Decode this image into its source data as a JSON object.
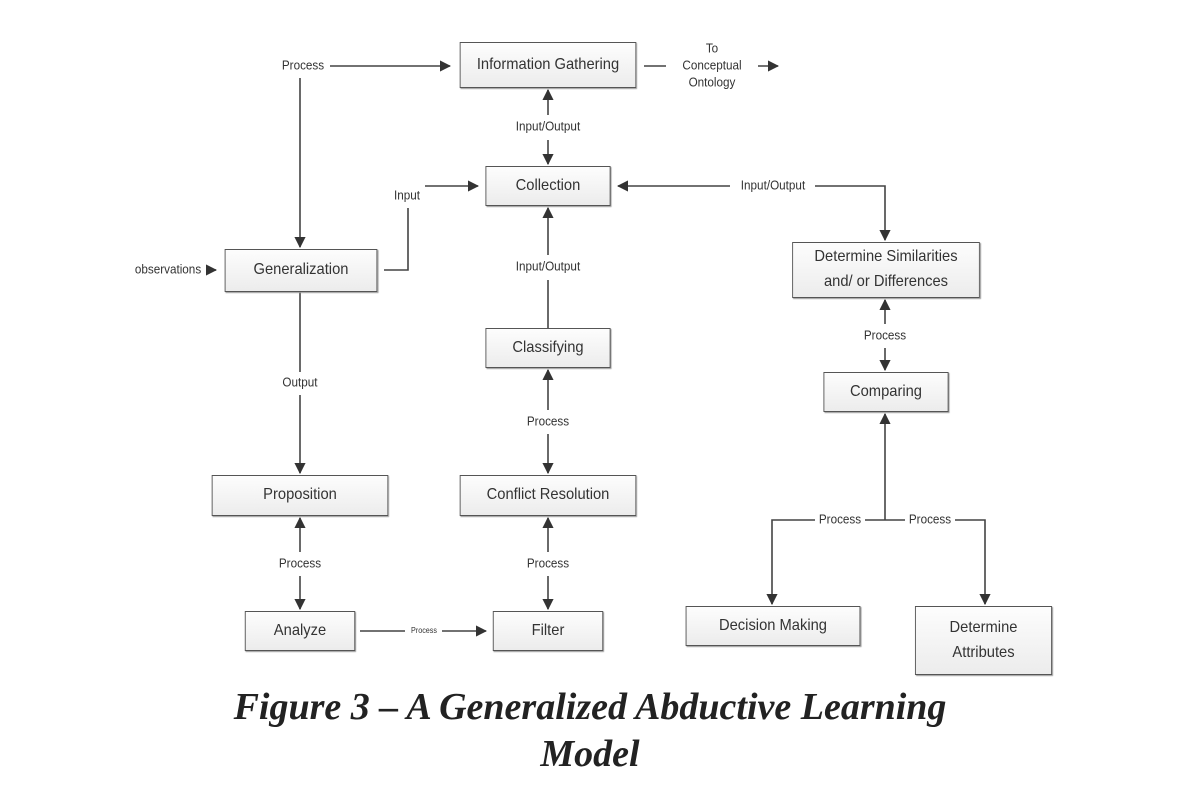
{
  "nodes": {
    "information_gathering": "Information Gathering",
    "collection": "Collection",
    "generalization": "Generalization",
    "determine_similarities": "Determine Similarities and/ or Differences",
    "classifying": "Classifying",
    "comparing": "Comparing",
    "proposition": "Proposition",
    "conflict_resolution": "Conflict Resolution",
    "analyze": "Analyze",
    "filter": "Filter",
    "decision_making": "Decision Making",
    "determine_attributes": "Determine Attributes"
  },
  "edge_labels": {
    "process_top": "Process",
    "to_conceptual_ontology": "To Conceptual Ontology",
    "io_info_collection": "Input/Output",
    "input": "Input",
    "io_collection_similarities": "Input/Output",
    "observations": "observations",
    "io_collection_classifying": "Input/Output",
    "process_similarities_comparing": "Process",
    "output": "Output",
    "process_classifying_conflict": "Process",
    "process_left_branch": "Process",
    "process_right_branch": "Process",
    "process_proposition_analyze": "Process",
    "process_conflict_filter": "Process",
    "process_analyze_filter": "Process"
  },
  "caption": {
    "line1": "Figure 3 – A Generalized Abductive Learning",
    "line2": "Model"
  }
}
